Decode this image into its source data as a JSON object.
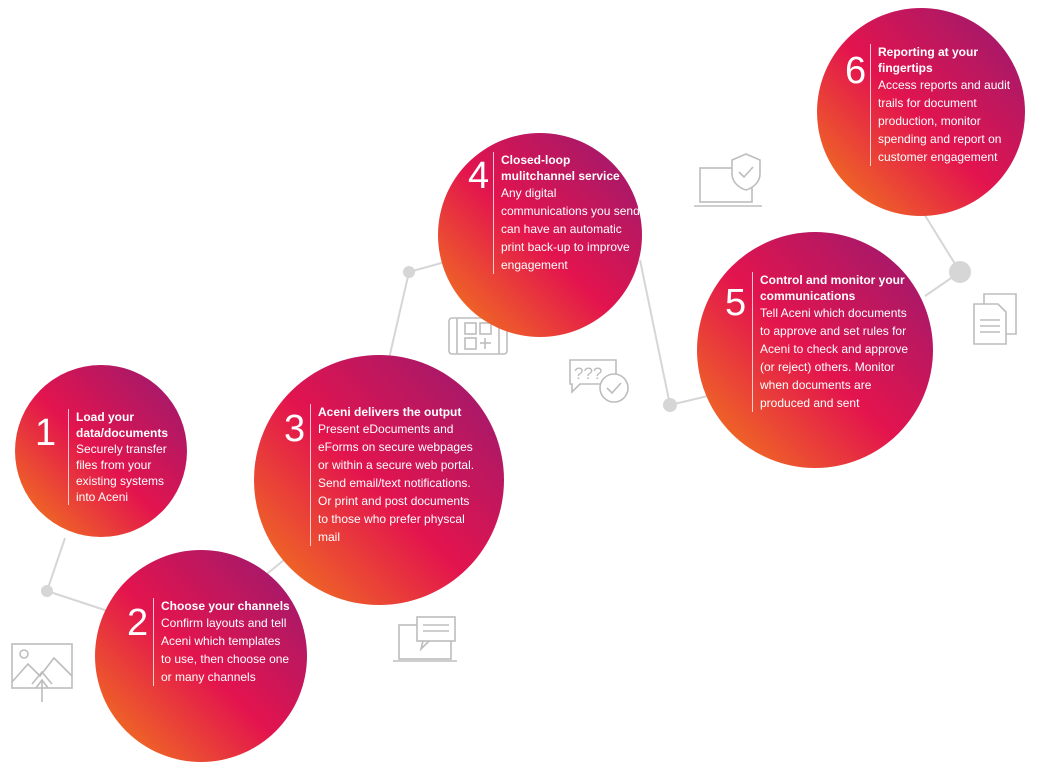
{
  "colors": {
    "gradient_start": "#f07020",
    "gradient_mid": "#e3144e",
    "gradient_end": "#9c1a6e",
    "connector": "#d6d6d6",
    "icon": "#bdbdbd"
  },
  "steps": [
    {
      "number": "1",
      "title": "Load your data/documents",
      "body": "Securely transfer files from your existing systems into Aceni"
    },
    {
      "number": "2",
      "title": "Choose your channels",
      "body": "Confirm layouts and tell Aceni which templates to use, then choose one or many channels"
    },
    {
      "number": "3",
      "title": "Aceni delivers the output",
      "body": "Present eDocuments and eForms on secure webpages or within a secure web portal. Send email/text notifications. Or print and post documents to those who prefer physcal mail"
    },
    {
      "number": "4",
      "title": "Closed-loop mulitchannel service",
      "body": "Any digital communications you send can have an automatic print back-up to improve engagement"
    },
    {
      "number": "5",
      "title": "Control and monitor your communications",
      "body": "Tell Aceni which documents to approve and set rules for Aceni to check and approve (or reject) others. Monitor when documents are produced and sent"
    },
    {
      "number": "6",
      "title": "Reporting at your fingertips",
      "body": "Access reports and audit trails for document production, monitor spending and report on customer engagement"
    }
  ],
  "icons": [
    "image-upload-icon",
    "laptop-chat-icon",
    "tablet-grid-icon",
    "question-check-icon",
    "laptop-shield-icon",
    "documents-icon"
  ]
}
